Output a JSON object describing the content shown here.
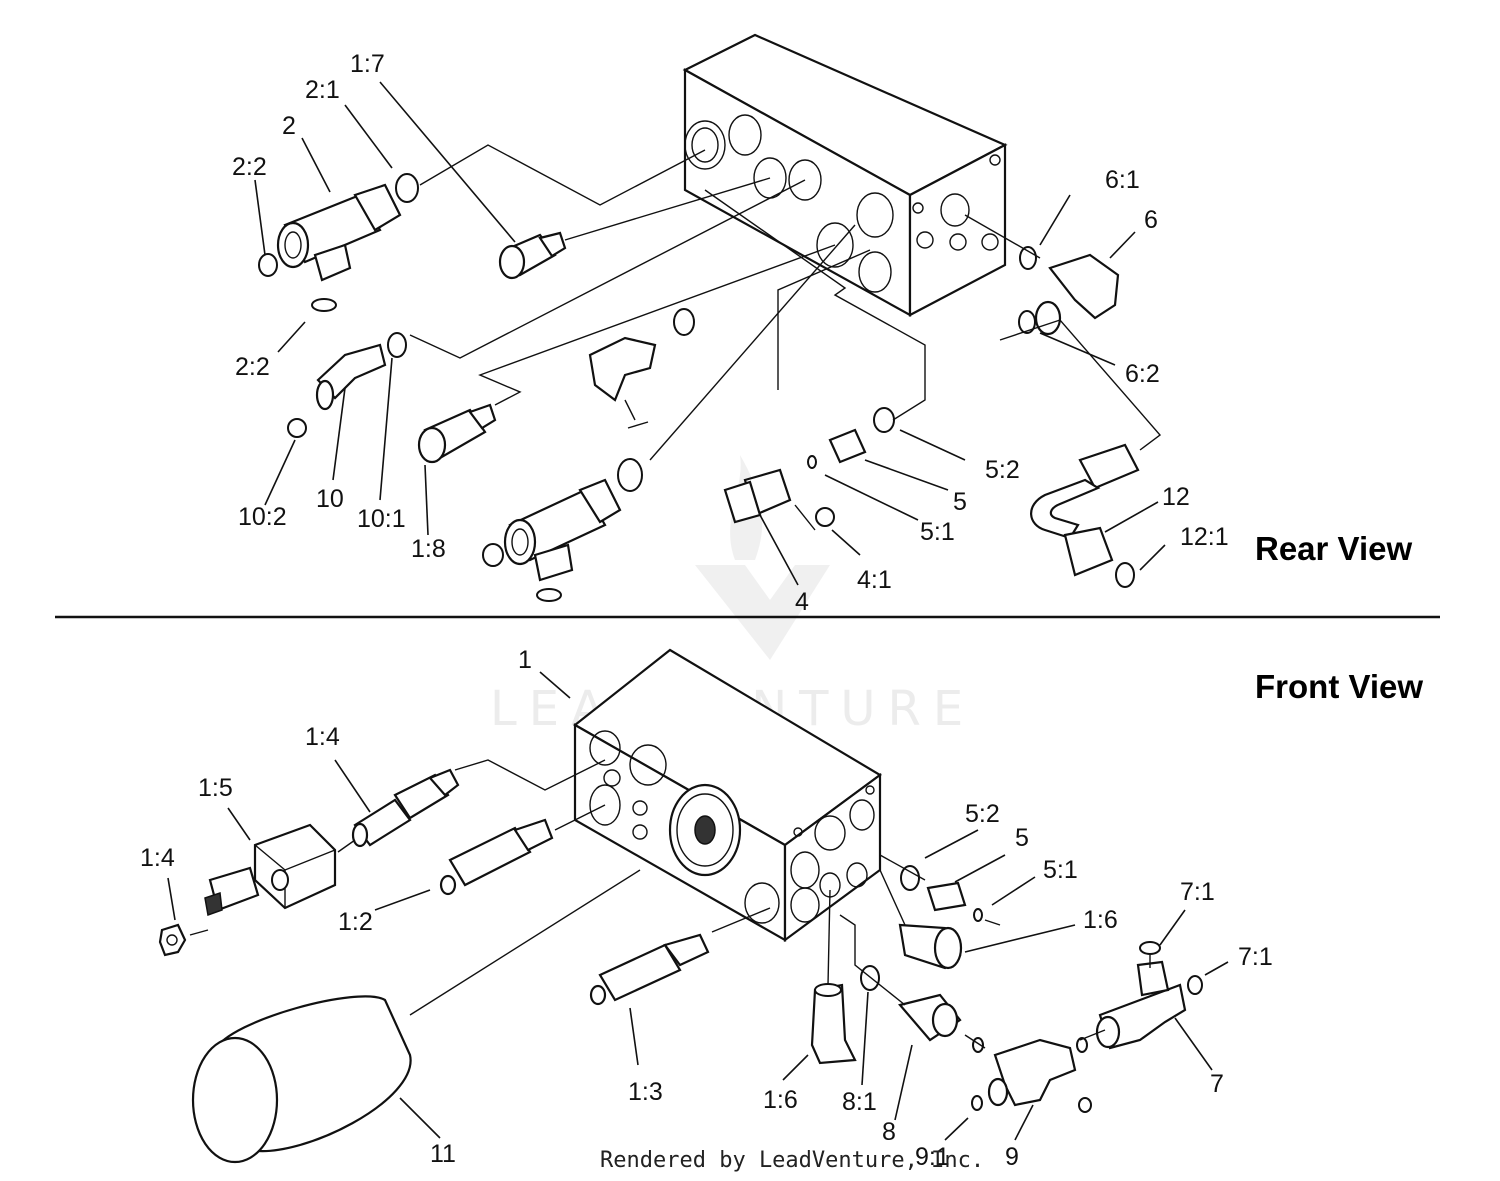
{
  "rear_view": {
    "title": "Rear View",
    "callouts": [
      "1:7",
      "2:1",
      "2",
      "2:2",
      "2:2",
      "6:1",
      "6",
      "6:2",
      "10",
      "10:2",
      "10:1",
      "1:8",
      "5:2",
      "5",
      "5:1",
      "4:1",
      "4",
      "12",
      "12:1"
    ]
  },
  "front_view": {
    "title": "Front View",
    "callouts": [
      "1",
      "1:4",
      "1:5",
      "1:4",
      "1:2",
      "5:2",
      "5",
      "5:1",
      "1:6",
      "7:1",
      "7:1",
      "1:3",
      "1:6",
      "8:1",
      "8",
      "7",
      "9",
      "9:1",
      "11"
    ]
  },
  "footer": {
    "credit": "Rendered by LeadVenture, Inc."
  },
  "watermark": {
    "text": "LEADVENTURE"
  },
  "colors": {
    "line": "#111111",
    "background": "#ffffff",
    "watermark": "#ececec"
  }
}
